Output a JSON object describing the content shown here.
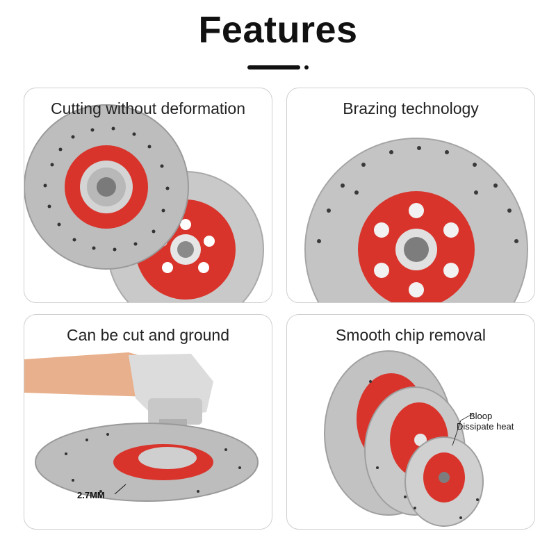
{
  "header": {
    "title": "Features"
  },
  "cards": [
    {
      "caption": "Cutting without deformation"
    },
    {
      "caption": "Brazing technology"
    },
    {
      "caption": "Can be cut and ground",
      "dimension_label": "2.7MM"
    },
    {
      "caption": "Smooth chip removal",
      "callout_line1": "Bloop",
      "callout_line2": "Dissipate heat"
    }
  ],
  "colors": {
    "accent_red": "#d9342b",
    "disc_grey": "#bdbdbd",
    "text": "#222222"
  }
}
